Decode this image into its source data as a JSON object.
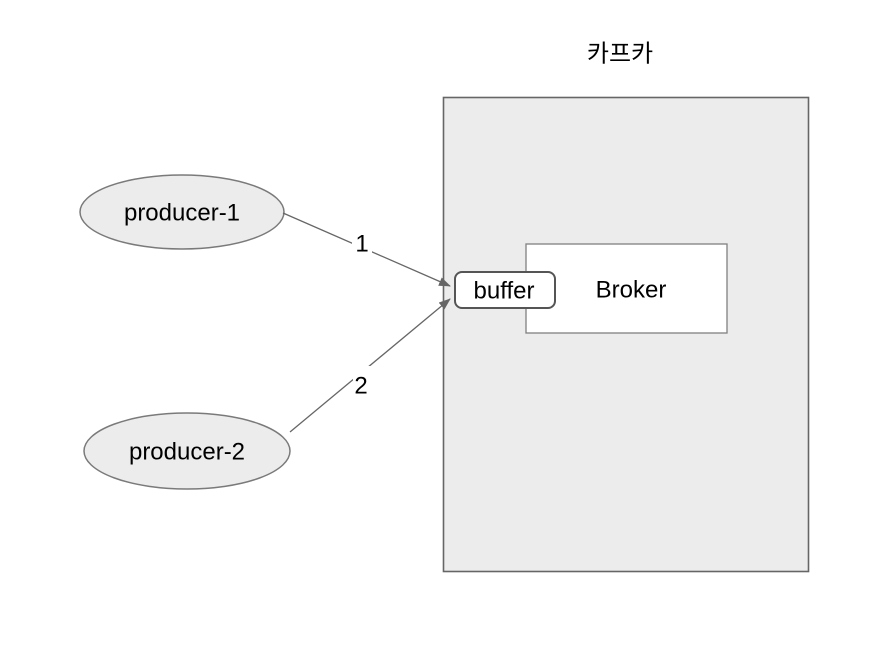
{
  "diagram": {
    "title": "카프카",
    "nodes": {
      "producer1": {
        "label": "producer-1",
        "shape": "ellipse"
      },
      "producer2": {
        "label": "producer-2",
        "shape": "ellipse"
      },
      "kafka_container": {
        "label": "카프카",
        "shape": "group-rectangle"
      },
      "broker": {
        "label": "Broker",
        "shape": "rectangle"
      },
      "buffer": {
        "label": "buffer",
        "shape": "rounded-rectangle"
      }
    },
    "edges": {
      "producer1_to_buffer": {
        "from": "producer-1",
        "to": "buffer",
        "label": "1"
      },
      "producer2_to_buffer": {
        "from": "producer-2",
        "to": "buffer",
        "label": "2"
      }
    },
    "colors": {
      "background": "#ffffff",
      "node_fill": "#ececec",
      "container_fill": "#ececec",
      "box_fill": "#ffffff",
      "node_border": "#7a7a7a",
      "container_border": "#666666",
      "edge_line": "#666666",
      "edge_label": "#ff0000",
      "text": "#000000"
    }
  }
}
